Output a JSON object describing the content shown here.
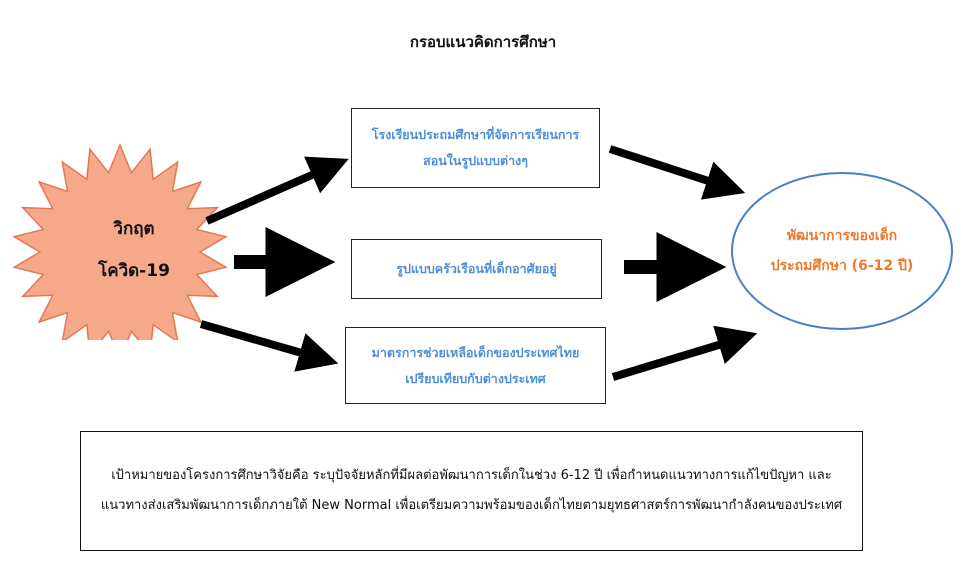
{
  "title": "กรอบแนวคิดการศึกษา",
  "crisis": {
    "line1": "วิกฤต",
    "line2": "โควิด-19",
    "fill_color": "#f5a98a",
    "stroke_color": "#e07a55"
  },
  "boxes": [
    {
      "text": "โรงเรียนประถมศึกษาที่จัดการเรียนการสอนในรูปแบบต่างๆ"
    },
    {
      "text": "รูปแบบครัวเรือนที่เด็กอาศัยอยู่"
    },
    {
      "text": "มาตรการช่วยเหลือเด็กของประเทศไทยเปรียบเทียบกับต่างประเทศ"
    }
  ],
  "outcome": {
    "text": "พัฒนาการของเด็กประถมศึกษา (6-12 ปี)",
    "text_color": "#ee7a2a",
    "border_color": "#4a7fc8"
  },
  "goal": {
    "text": "เป้าหมายของโครงการศึกษาวิจัยคือ ระบุปัจจัยหลักที่มีผลต่อพัฒนาการเด็กในช่วง 6-12 ปี เพื่อกำหนดแนวทางการแก้ไขปัญหา และแนวทางส่งเสริมพัฒนาการเด็กภายใต้ New Normal เพื่อเตรียมความพร้อมของเด็กไทยตามยุทธศาสตร์การพัฒนากำลังคนของประเทศ"
  },
  "colors": {
    "box_text": "#4f8fd6",
    "arrow": "#000000"
  }
}
